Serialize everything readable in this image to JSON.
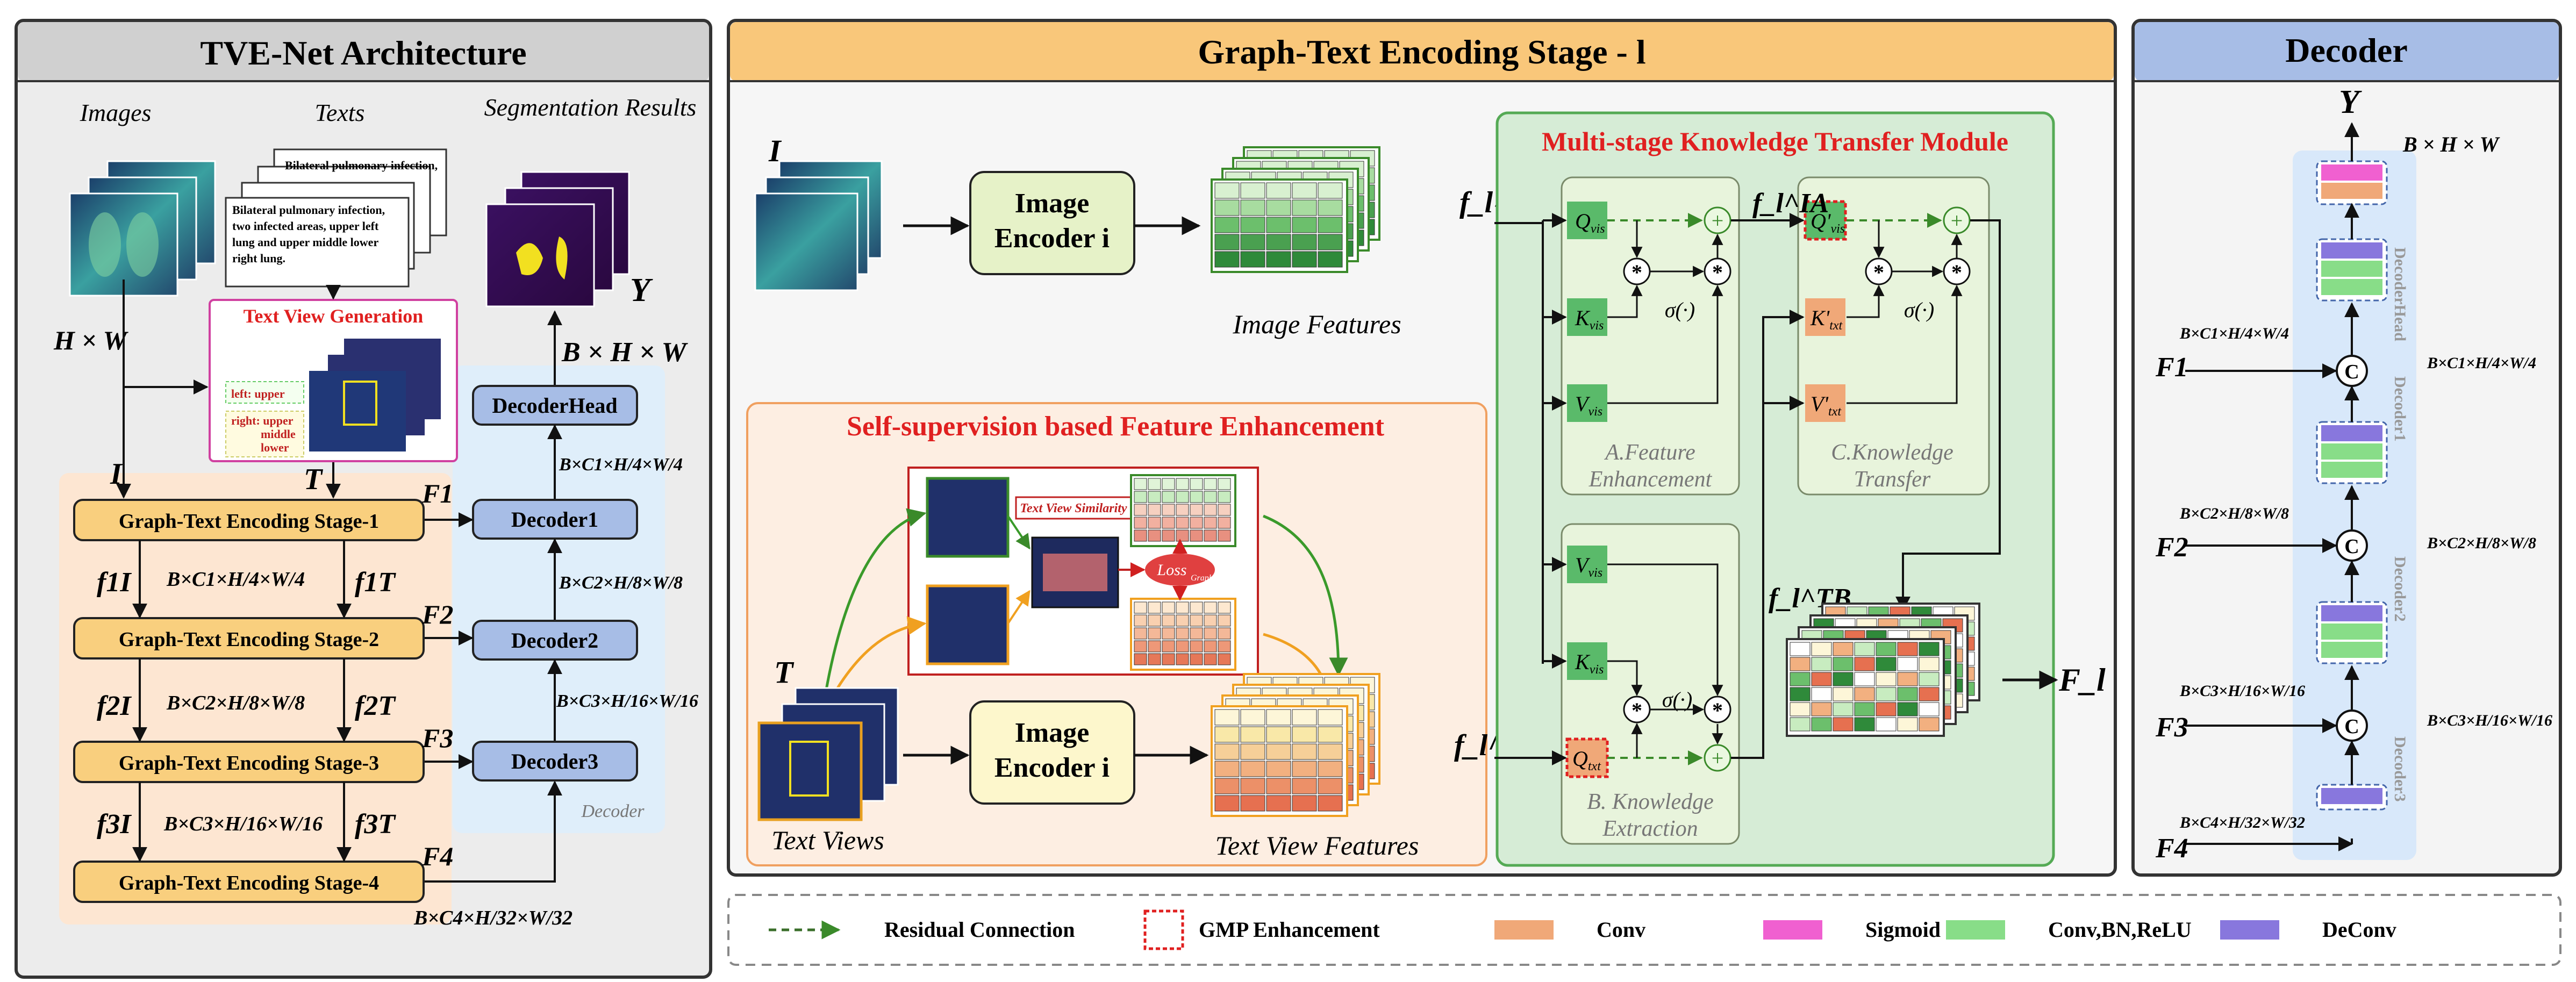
{
  "panels": {
    "left_title": "TVE-Net Architecture",
    "center_title": "Graph-Text Encoding Stage - l",
    "right_title": "Decoder"
  },
  "left": {
    "images_label": "Images",
    "texts_label": "Texts",
    "seg_results_label": "Segmentation Results",
    "hw_label": "H × W",
    "report_back": "Bilateral pulmonary infection,",
    "report_front": [
      "Bilateral pulmonary infection,",
      "two infected areas, upper left",
      "lung and upper middle lower",
      "right lung."
    ],
    "text_view_generation": "Text View Generation",
    "tvg_left": "left: upper",
    "tvg_right": [
      "right: upper",
      "middle",
      "lower"
    ],
    "I": "I",
    "T": "T",
    "Y": "Y",
    "stages": [
      "Graph-Text Encoding Stage-1",
      "Graph-Text Encoding Stage-2",
      "Graph-Text Encoding Stage-3",
      "Graph-Text Encoding Stage-4"
    ],
    "decoders": [
      "DecoderHead",
      "Decoder1",
      "Decoder2",
      "Decoder3"
    ],
    "decoder_group_label": "Decoder",
    "F_labels": [
      "F1",
      "F2",
      "F3",
      "F4"
    ],
    "fI_labels": [
      "f1I",
      "f2I",
      "f3I"
    ],
    "fT_labels": [
      "f1T",
      "f2T",
      "f3T"
    ],
    "shape_labels": [
      "B×C1×H/4×W/4",
      "B×C2×H/8×W/8",
      "B×C3×H/16×W/16",
      "B×C4×H/32×W/32"
    ],
    "out_shape": "B × H × W"
  },
  "center": {
    "I": "I",
    "T": "T",
    "image_encoder": [
      "Image",
      "Encoder i"
    ],
    "image_features": "Image Features",
    "text_view_features": "Text View Features",
    "text_views": "Text Views",
    "fI": "f_l^I",
    "fT": "f_l^T",
    "fIA": "f_l^IA",
    "fTB": "f_l^TB",
    "Fl": "F_l",
    "sfe_title": "Self-supervision based Feature Enhancement",
    "text_view_similarity": "Text View Similarity",
    "loss": "Loss",
    "loss_sub": "Graph",
    "mktm_title": "Multi-stage Knowledge Transfer Module",
    "A_label": [
      "A.Feature",
      "Enhancement"
    ],
    "B_label": [
      "B. Knowledge",
      "Extraction"
    ],
    "C_label": [
      "C.Knowledge",
      "Transfer"
    ],
    "sigma": "σ(·)",
    "star": "*",
    "plus": "+"
  },
  "right": {
    "Y": "Y",
    "out_shape": "B × H × W",
    "decoder_head": "DecoderHead",
    "decoders": [
      "Decoder1",
      "Decoder2",
      "Decoder3"
    ],
    "F_labels": [
      "F1",
      "F2",
      "F3",
      "F4"
    ],
    "concat": "C"
  },
  "legend": [
    {
      "label": "Residual Connection",
      "kind": "residual",
      "color": "#3a6e2a"
    },
    {
      "label": "GMP Enhancement",
      "kind": "gmp",
      "color": "#e02020"
    },
    {
      "label": "Conv",
      "kind": "swatch",
      "color": "#f0a878"
    },
    {
      "label": "Sigmoid",
      "kind": "swatch",
      "color": "#f060d0"
    },
    {
      "label": "Conv,BN,ReLU",
      "kind": "swatch",
      "color": "#88dd88"
    },
    {
      "label": "DeConv",
      "kind": "swatch",
      "color": "#8877dd"
    }
  ],
  "colors": {
    "stage_fill": "#f9cf7e",
    "decoder_fill": "#a7bde6",
    "center_header": "#f9c77a",
    "right_header": "#a7bde6",
    "left_header": "#d0d0d0",
    "red_title": "#e02020",
    "green_border": "#55aa55",
    "orange_region": "#fdeee2",
    "blue_region": "#e0eefa",
    "peach_region": "#fde6d2"
  }
}
